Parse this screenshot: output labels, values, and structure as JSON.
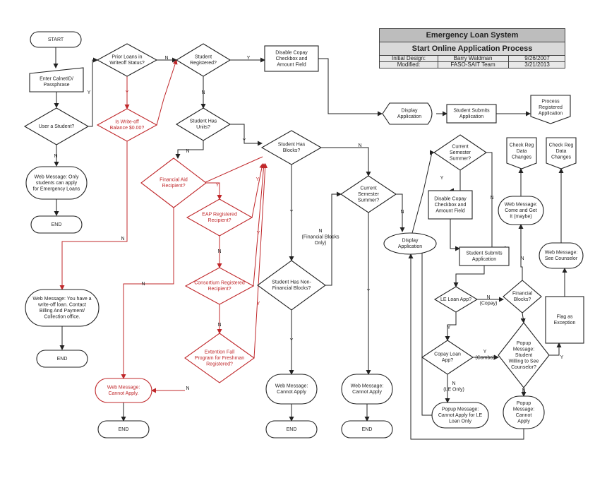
{
  "header": {
    "title": "Emergency Loan System",
    "subtitle": "Start Online Application Process",
    "rows": [
      {
        "label": "Initial Design:",
        "name": "Barry Waldman",
        "date": "9/26/2007"
      },
      {
        "label": "Modified:",
        "name": "FASO-SAIT Team",
        "date": "3/21/2013"
      }
    ]
  },
  "nodes": {
    "start": "START",
    "enter_id": [
      "Enter CalnetID/",
      "Passphrase"
    ],
    "user_student": "User a Student?",
    "msg_only_students": [
      "Web Message: Only",
      "students can apply",
      "for Emergency Loans"
    ],
    "end1": "END",
    "msg_writeoff": [
      "Web Message: You have a",
      "write-off loan. Contact",
      "Billing And Payment/",
      "Collection office."
    ],
    "end2": "END",
    "prior_loans": [
      "Prior Loans in",
      "Writeoff Status?"
    ],
    "writeoff_zero": [
      "Is Write-off",
      "Balance $0.00?"
    ],
    "student_registered": [
      "Student",
      "Registered?"
    ],
    "student_units": [
      "Student Has",
      "Units?"
    ],
    "financial_aid": [
      "Financial Aid",
      "Recipient?"
    ],
    "eap": [
      "EAP Registered",
      "Recipient?"
    ],
    "consortium": [
      "Consortium Registered",
      "Recipient?"
    ],
    "extension": [
      "Extention Fall",
      "Program for Freshman",
      "Registered?"
    ],
    "msg_cannot_red": [
      "Web Message:",
      "Cannot Apply."
    ],
    "end3": "END",
    "disable_copay1": [
      "Disable Copay",
      "Checkbox and",
      "Amount Field"
    ],
    "display_app1": [
      "Display",
      "Application"
    ],
    "submits1": [
      "Student Submits",
      "Application"
    ],
    "process_app": [
      "Process",
      "Registered",
      "Application"
    ],
    "has_blocks": [
      "Student Has",
      "Blocks?"
    ],
    "non_financial": [
      "Student Has Non-",
      "Financial Blocks?"
    ],
    "msg_cannot1": [
      "Web Message:",
      "Cannot Apply"
    ],
    "end4": "END",
    "summer1": [
      "Current",
      "Semester",
      "Summer?"
    ],
    "msg_cannot2": [
      "Web Message:",
      "Cannot Apply"
    ],
    "end5": "END",
    "summer2": [
      "Current",
      "Semester",
      "Summer?"
    ],
    "disable_copay2": [
      "Disable Copay",
      "Checkbox and",
      "Amount Field"
    ],
    "display_app2": [
      "Display",
      "Application"
    ],
    "submits2": [
      "Student Submits",
      "Application"
    ],
    "le_loan": "LE Loan App?",
    "copay_loan": [
      "Copay Loan",
      "App?"
    ],
    "popup_cannot_le": [
      "Popup Message:",
      "Cannot Apply for LE",
      "Loan Only"
    ],
    "financial_blocks": [
      "Financial",
      "Blocks?"
    ],
    "popup_willing": [
      "Popup",
      "Message:",
      "Student",
      "Willing to See",
      "Counselor?"
    ],
    "popup_cannot": [
      "Popup",
      "Message:",
      "Cannot",
      "Apply"
    ],
    "flag_exception": [
      "Flag as",
      "Exception"
    ],
    "msg_counselor": [
      "Web Message:",
      "See Counselor"
    ],
    "msg_come_get": [
      "Web Message:",
      "Come and Get",
      "It (maybe)"
    ],
    "check_reg1": [
      "Check Reg",
      "Data",
      "Changes"
    ],
    "check_reg2": [
      "Check Reg",
      "Data",
      "Changes"
    ]
  },
  "edge_labels": {
    "Y": "Y",
    "N": "N",
    "n_fin_blocks_only": [
      "N",
      "(Financial Blocks",
      "Only)"
    ],
    "n_copay": [
      "N",
      "(Copay)"
    ],
    "y_combo": [
      "Y",
      "(Combo)"
    ],
    "n_le_only": [
      "N",
      "(LE Only)"
    ]
  }
}
